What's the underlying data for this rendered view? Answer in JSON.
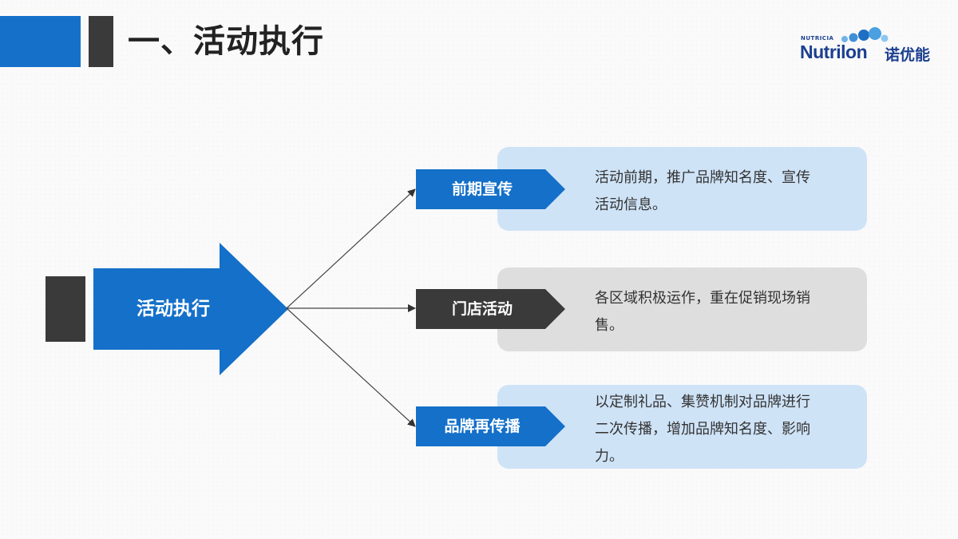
{
  "header": {
    "title": "一、活动执行"
  },
  "logo": {
    "small_text": "NUTRICIA",
    "brand": "Nutrilon",
    "cn": "诺优能"
  },
  "diagram": {
    "root": {
      "label": "活动执行"
    },
    "branches": [
      {
        "label": "前期宣传",
        "lines": [
          "活动前期，推广品牌知名度、宣传",
          "活动信息。"
        ],
        "tag_color": "#1470c9",
        "card_color": "#cfe3f7"
      },
      {
        "label": "门店活动",
        "lines": [
          "各区域积极运作，重在促销现场销",
          "售。"
        ],
        "tag_color": "#3a3a3a",
        "card_color": "#dedede"
      },
      {
        "label": "品牌再传播",
        "lines": [
          "以定制礼品、集赞机制对品牌进行",
          "二次传播，增加品牌知名度、影响",
          "力。"
        ],
        "tag_color": "#1470c9",
        "card_color": "#cfe3f7"
      }
    ]
  },
  "colors": {
    "brand_blue": "#1470c9",
    "dark": "#3a3a3a",
    "light_blue": "#cfe3f7",
    "light_gray": "#dedede",
    "logo_blue": "#1b3f8f"
  }
}
